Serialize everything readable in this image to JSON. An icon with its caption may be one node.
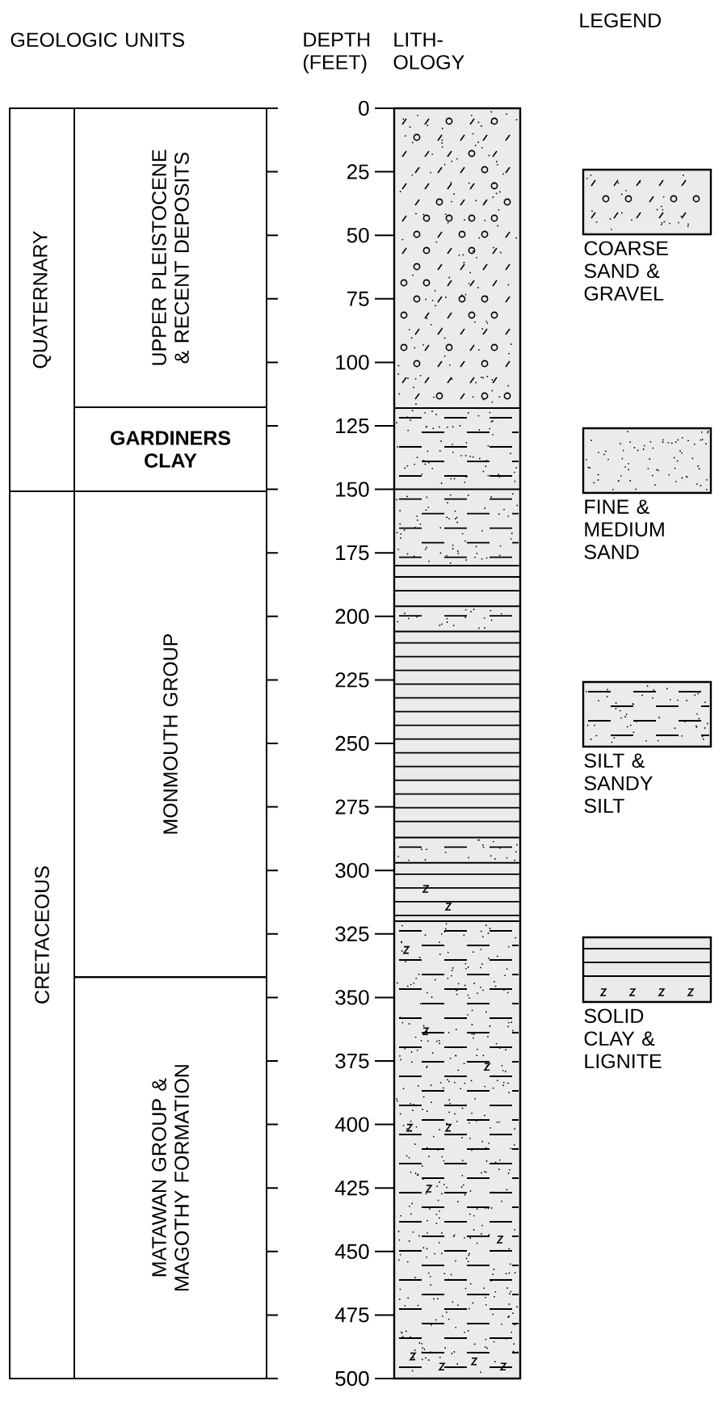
{
  "diagram": {
    "nodes": [
      {
        "text": [
          "QUATERNARY"
        ]
      },
      {
        "text": [
          "UPPER PLEISTOCENE & RECENT DEPOSITS"
        ]
      },
      {
        "text": [
          "GARDINERS CLAY"
        ]
      },
      {
        "text": [
          "CRETACEOUS"
        ]
      },
      {
        "text": [
          "MONMOUTH GROUP"
        ]
      },
      {
        "text": [
          "MATAWAN GROUP & MAGOTHY FORMATION"
        ]
      }
    ],
    "labels": [
      "GEOLOGIC UNITS",
      "DEPTH (FEET)",
      "LITH- OLOGY",
      "LEGEND",
      "0",
      "25",
      "50",
      "75",
      "100",
      "125",
      "150",
      "175",
      "200",
      "225",
      "250",
      "275",
      "300",
      "325",
      "350",
      "375",
      "400",
      "425",
      "450",
      "475",
      "500"
    ],
    "legend": [
      {
        "text": "COARSE SAND & GRAVEL"
      },
      {
        "text": "FINE & MEDIUM SAND"
      },
      {
        "text": "SILT & SANDY SILT"
      },
      {
        "text": "SOLID CLAY & LIGNITE"
      }
    ]
  }
}
